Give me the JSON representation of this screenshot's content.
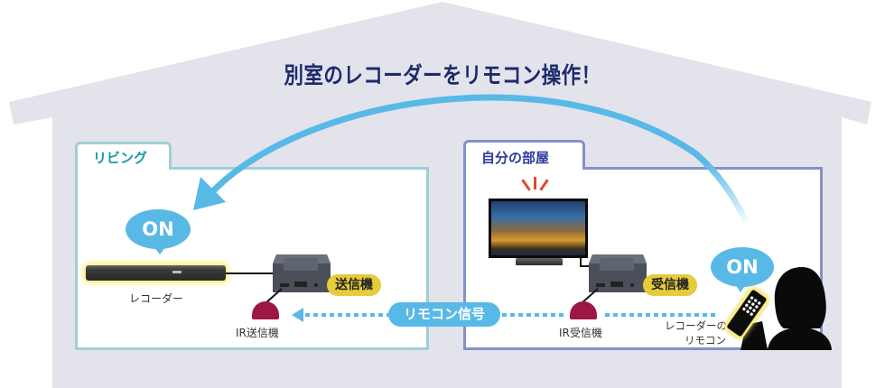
{
  "headline": "別室のレコーダーをリモコン操作！",
  "colors": {
    "house": "#e3e3ec",
    "headline": "#1d2a6b",
    "living_border": "#9fcfd6",
    "living_label": "#179aa6",
    "myroom_border": "#8691c8",
    "myroom_label": "#2b3a9b",
    "signal": "#58b9e6",
    "device_tag": "#e4cc3b",
    "ir_dome": "#9d1744"
  },
  "rooms": {
    "living": {
      "label": "リビング",
      "on_bubble": "ON",
      "recorder_label": "レコーダー",
      "transmitter_tag": "送信機",
      "ir_transmitter_label": "IR送信機"
    },
    "my_room": {
      "label": "自分の部屋",
      "on_bubble": "ON",
      "receiver_tag": "受信機",
      "ir_receiver_label": "IR受信機",
      "remote_label_line1": "レコーダーの",
      "remote_label_line2": "リモコン"
    }
  },
  "signal_label": "リモコン信号"
}
